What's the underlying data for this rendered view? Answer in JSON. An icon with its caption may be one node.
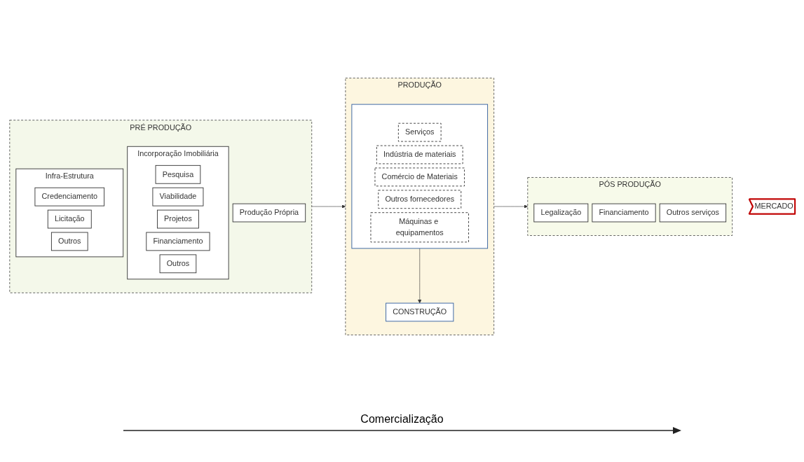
{
  "diagram": {
    "nodes": [
      {
        "text": [
          "PRÉ PRODUÇÃO"
        ]
      },
      {
        "text": [
          "Incorporação Imobiliária"
        ],
        "in": 0
      },
      {
        "text": [
          "Pesquisa"
        ],
        "in": 1
      },
      {
        "text": [
          "Viabilidade"
        ],
        "in": 1
      },
      {
        "text": [
          "Projetos"
        ],
        "in": 1
      },
      {
        "text": [
          "Financiamento"
        ],
        "in": 1
      },
      {
        "text": [
          "Outros"
        ],
        "in": 1
      },
      {
        "text": [
          "Infra-Estrutura"
        ],
        "in": 0
      },
      {
        "text": [
          "Credenciamento"
        ],
        "in": 7
      },
      {
        "text": [
          "Licitação"
        ],
        "in": 7
      },
      {
        "text": [
          "Outros"
        ],
        "in": 7
      },
      {
        "text": [
          "Produção Própria"
        ],
        "in": 0
      },
      {
        "text": [
          "PRODUÇÃO"
        ]
      },
      {
        "text": [],
        "shape": "box",
        "in": 12
      },
      {
        "text": [
          "Serviços"
        ],
        "in": 13
      },
      {
        "text": [
          "Indústria de materiais"
        ],
        "in": 13
      },
      {
        "text": [
          "Comércio de Materiais"
        ],
        "in": 13
      },
      {
        "text": [
          "Outros fornecedores"
        ],
        "in": 13
      },
      {
        "text": [
          "Máquinas e equipamentos"
        ],
        "in": 13
      },
      {
        "text": [
          "CONSTRUÇÃO"
        ],
        "in": 12
      },
      {
        "text": [
          "PÓS PRODUÇÃO"
        ]
      },
      {
        "text": [
          "Legalização"
        ],
        "in": 20
      },
      {
        "text": [
          "Financiamento"
        ],
        "in": 20
      },
      {
        "text": [
          "Outros serviços"
        ],
        "in": 20
      },
      {
        "text": [
          "MERCADO"
        ]
      }
    ],
    "edges": [
      {
        "from": 0,
        "to": 12,
        "arrow": "to"
      },
      {
        "from": 13,
        "to": 19,
        "arrow": "to"
      },
      {
        "from": 12,
        "to": 20,
        "arrow": "to"
      }
    ],
    "labels": [
      "Comercialização"
    ]
  }
}
